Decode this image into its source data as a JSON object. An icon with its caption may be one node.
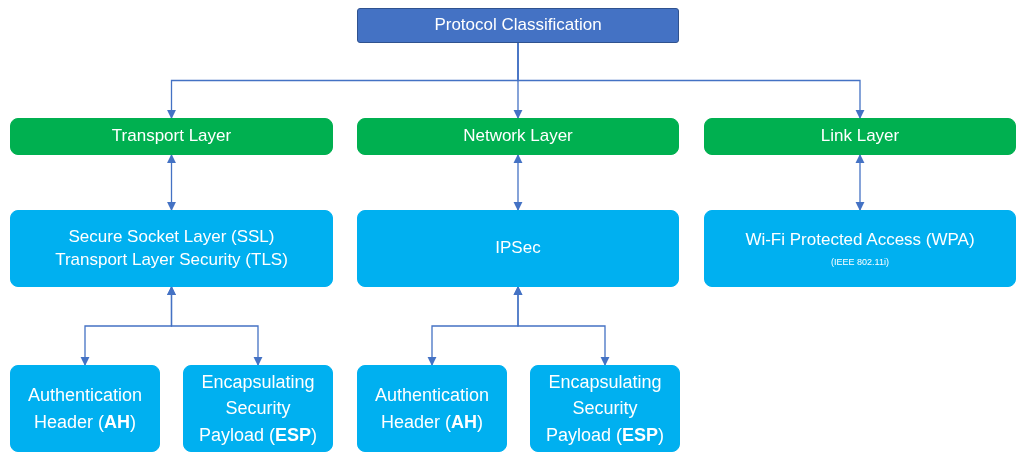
{
  "diagram": {
    "nodes": [
      {
        "text": [
          "Protocol Classification"
        ]
      },
      {
        "text": [
          "Transport Layer"
        ]
      },
      {
        "text": [
          "Network Layer"
        ]
      },
      {
        "text": [
          "Link Layer"
        ]
      },
      {
        "text": [
          "Secure Socket Layer (SSL)",
          "Transport Layer Security (TLS)"
        ]
      },
      {
        "text": [
          "IPSec"
        ]
      },
      {
        "text": [
          "Wi-Fi Protected Access (WPA)",
          "(IEEE 802.11i)"
        ]
      },
      {
        "text": [
          "Authentication Header (**AH**)"
        ]
      },
      {
        "text": [
          "Encapsulating Security Payload (**ESP**)"
        ]
      },
      {
        "text": [
          "Authentication Header (**AH**)"
        ]
      },
      {
        "text": [
          "Encapsulating Security Payload (**ESP**)"
        ]
      }
    ],
    "edges": [
      {
        "from": 0,
        "to": 1,
        "arrow": "to"
      },
      {
        "from": 0,
        "to": 2,
        "arrow": "to"
      },
      {
        "from": 0,
        "to": 3,
        "arrow": "to"
      },
      {
        "from": 1,
        "to": 4,
        "arrow": "both"
      },
      {
        "from": 2,
        "to": 5,
        "arrow": "both"
      },
      {
        "from": 3,
        "to": 6,
        "arrow": "both"
      },
      {
        "from": 4,
        "to": 7,
        "arrow": "both"
      },
      {
        "from": 4,
        "to": 8,
        "arrow": "both"
      },
      {
        "from": 5,
        "to": 9,
        "arrow": "both"
      },
      {
        "from": 5,
        "to": 10,
        "arrow": "both"
      }
    ]
  }
}
